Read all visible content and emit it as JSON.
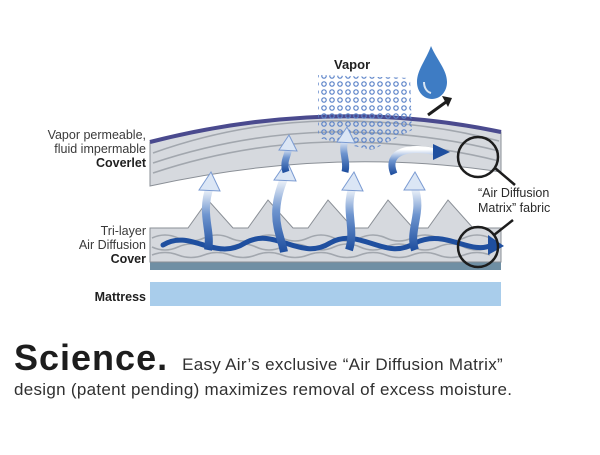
{
  "labels": {
    "vapor": "Vapor",
    "coverlet_line1": "Vapor permeable,",
    "coverlet_line2": "fluid impermable",
    "coverlet_name": "Coverlet",
    "cover_line1": "Tri-layer",
    "cover_line2": "Air Diffusion",
    "cover_name": "Cover",
    "mattress": "Mattress",
    "fabric_line1": "“Air Diffusion",
    "fabric_line2": "Matrix” fabric"
  },
  "caption": {
    "heading": "Science.",
    "line1": "Easy Air’s exclusive “Air Diffusion Matrix”",
    "line2": "design (patent pending) maximizes removal of excess moisture."
  },
  "colors": {
    "coverlet_top": "#4a4a8e",
    "layer_fill": "#d4d7dc",
    "base_line": "#6f8fa4",
    "mattress": "#a9cdeb",
    "flow_arrow": "#1f4f9f",
    "water_drop": "#3e7cc4"
  },
  "icons": [
    "water-drop-icon",
    "arrow-icon",
    "magnifier-circle-icon"
  ]
}
